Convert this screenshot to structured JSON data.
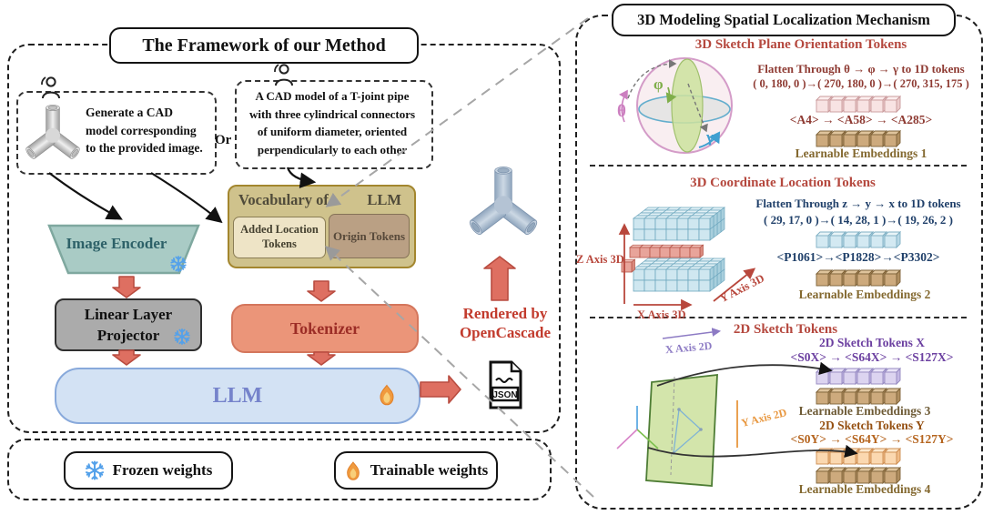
{
  "left_panel": {
    "title": "The Framework of our Method",
    "generate_box": {
      "lines": [
        "Generate a CAD",
        "model corresponding",
        "to the provided image."
      ]
    },
    "or_label": "Or",
    "prompt_box": {
      "lines": [
        "A CAD model of a T-joint pipe",
        "with three cylindrical connectors",
        "of uniform diameter, oriented",
        "perpendicularly to each other"
      ]
    },
    "vocabulary": {
      "title_left": "Vocabulary of",
      "title_right": "LLM",
      "added_tokens": "Added Location Tokens",
      "origin_tokens": "Origin Tokens"
    },
    "image_encoder": "Image Encoder",
    "projector_line1": "Linear Layer",
    "projector_line2": "Projector",
    "tokenizer": "Tokenizer",
    "llm": "LLM",
    "rendered_line1": "Rendered by",
    "rendered_line2": "OpenCascade",
    "json_label": "JSON",
    "legend": {
      "frozen": "Frozen weights",
      "trainable": "Trainable weights"
    }
  },
  "right_panel": {
    "title": "3D Modeling Spatial Localization Mechanism",
    "section1": {
      "header": "3D Sketch Plane Orientation Tokens",
      "flatten_line": "Flatten Through θ → φ → γ to 1D tokens",
      "coords_line": "( 0, 180, 0 )→( 270, 180, 0 )→( 270, 315, 175 )",
      "tokens_line": "<A4>  →  <A58>  →  <A285>",
      "embeddings_label": "Learnable Embeddings 1",
      "sphere_labels": {
        "theta": "θ",
        "phi": "φ",
        "gamma": "γ"
      }
    },
    "section2": {
      "header": "3D Coordinate Location Tokens",
      "flatten_line": "Flatten Through z → y → x to 1D tokens",
      "coords_line": "( 29, 17, 0 )→( 14, 28, 1 )→( 19, 26, 2 )",
      "tokens_line": "<P1061>→<P1828>→<P3302>",
      "embeddings_label": "Learnable Embeddings 2",
      "axis_z": "Z Axis 3D",
      "axis_y": "Y Axis 3D",
      "axis_x": "X Axis 3D"
    },
    "section3": {
      "header": "2D Sketch Tokens",
      "x_header": "2D Sketch Tokens X",
      "x_tokens": "<S0X> → <S64X> → <S127X>",
      "embeddings3_label": "Learnable Embeddings 3",
      "y_header": "2D Sketch Tokens Y",
      "y_tokens": "<S0Y> → <S64Y> → <S127Y>",
      "embeddings4_label": "Learnable Embeddings 4",
      "axis_x2d": "X Axis 2D",
      "axis_y2d": "Y Axis 2D"
    }
  },
  "colors": {
    "section_header_red": "#b5483e",
    "dark_red_text": "#8e3a32",
    "navy_text": "#20406a",
    "purple_text": "#6b3fa0",
    "embeddings_brown": "#83682f",
    "y_header_brown": "#955012",
    "y_tokens_orange": "#b5641e",
    "rendered_red": "#c23b2d",
    "tokenizer_fill": "#eb9579",
    "tokenizer_text": "#9c2d26",
    "encoder_fill": "#a9cbc5",
    "encoder_text": "#2d6168",
    "projector_fill": "#ababab",
    "llm_fill": "#d3e2f4",
    "llm_text": "#7583cb",
    "vocab_fill": "#cfc28c",
    "vocab_border": "#a3862e",
    "added_fill": "#eee4c6",
    "origin_fill": "#baa084",
    "red_arrow_fill": "#de6f61",
    "red_arrow_stroke": "#b94c40",
    "snowflake_blue": "#54a1ea",
    "flame_orange": "#f09a3e",
    "cube_palettes": {
      "pink": {
        "front": "#f8e3e3",
        "top": "#fceeee",
        "side": "#eccccc",
        "stroke": "#c9999b"
      },
      "blue": {
        "front": "#d3e9f2",
        "top": "#e8f4f8",
        "side": "#b8d8e6",
        "stroke": "#7fb0c4"
      },
      "brown": {
        "front": "#cdaa7d",
        "top": "#dfc49c",
        "side": "#b08f60",
        "stroke": "#7e6238"
      },
      "purple": {
        "front": "#dcd4f0",
        "top": "#eae5f8",
        "side": "#c4b8e4",
        "stroke": "#9488c0"
      },
      "orange": {
        "front": "#fbd8b0",
        "top": "#fde8cc",
        "side": "#f0bc88",
        "stroke": "#cc8c50"
      },
      "red": {
        "front": "#e8a49a",
        "top": "#f0c0b8",
        "side": "#d98a7e",
        "stroke": "#b55548"
      }
    },
    "voxel": {
      "front": "#cfe7f0",
      "top": "#e2f1f6",
      "side": "#a8cfdd",
      "stroke": "#6fa8bf"
    },
    "axis_red": "#b8473c"
  }
}
